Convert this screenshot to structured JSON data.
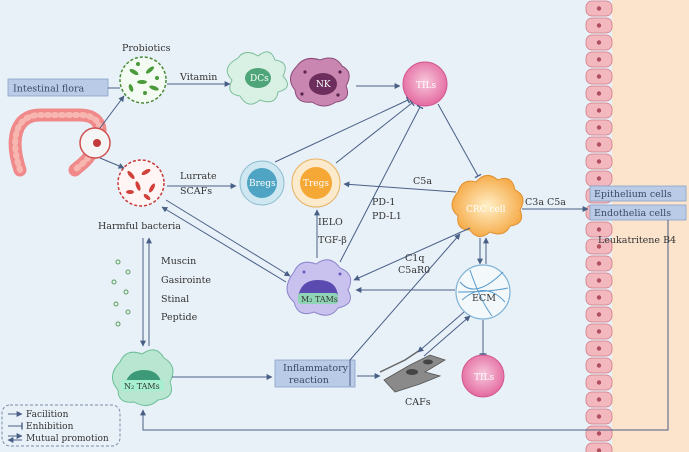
{
  "nodes": {
    "intestinal_flora": "Intestinal flora",
    "probiotics": "Probiotics",
    "harmful_bacteria": "Harmful bacteria",
    "dcs": "DCs",
    "nk": "NK",
    "tils_top": "TILs",
    "bregs": "Bregs",
    "tregs": "Tregs",
    "crc_cell": "CRC cell",
    "m2_tams": "M₂ TAMs",
    "n2_tams": "N₂ TAMs",
    "ecm": "ECM",
    "tils_bottom": "TILs",
    "cafs": "CAFs",
    "inflammatory_reaction_1": "Inflammatory",
    "inflammatory_reaction_2": "reaction",
    "epithelium_cells": "Epithelium cells",
    "endothelia_cells": "Endothelia cells"
  },
  "edge_labels": {
    "vitamin": "Vitamin",
    "lurrate": "Lurrate",
    "scafs": "SCAFs",
    "c5a": "C5a",
    "pd1": "PD-1",
    "pdl1": "PD-L1",
    "ielo": "IELO",
    "tgf": "TGF-β",
    "c1q": "C1q",
    "c5ar0": "C5aR0",
    "c3a_c5a": "C3a  C5a",
    "leukatritene": "Leukatritene  B4",
    "muscin": "Muscin",
    "gasirointe": "Gasiroi​nte",
    "stinal": "Stinal",
    "peptide": "Peptide"
  },
  "legend": {
    "facilitation": "Facilition",
    "inhibition": "Enhibition",
    "mutual": "Mutual promotion"
  },
  "colors": {
    "background": "#e8f1f8",
    "arrow": "#4a5f86",
    "box_fill": "#b9cbe6",
    "wall_fill": "#fbe3cc",
    "wall_cell": "#f3b8bd"
  }
}
